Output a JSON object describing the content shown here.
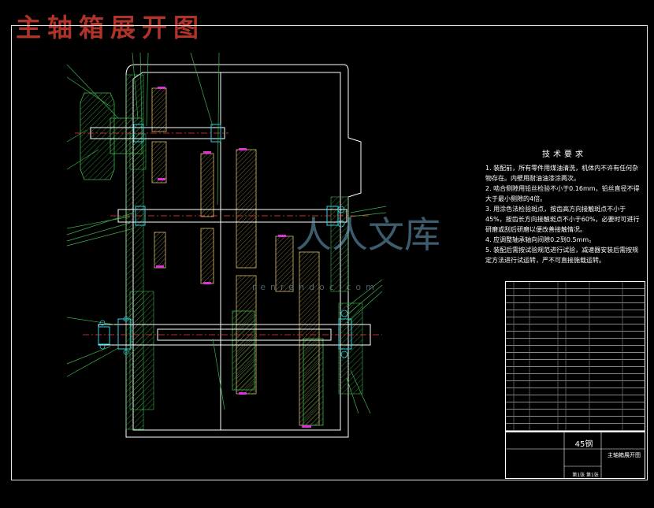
{
  "title": "主轴箱展开图",
  "tech_requirements": {
    "heading": "技术要求",
    "items": [
      "1. 装配前，所有零件用煤油清洗，机体内不许有任何杂物存在。内壁用耐油油漆涂两次。",
      "2. 啮合侧隙用铅丝检验不小于0.16mm，铅丝直径不得大于最小侧隙的4倍。",
      "3. 用涂色法检验斑点，按齿高方向接触斑点不小于45%，按齿长方向接触斑点不小于60%，必要时可进行研磨或刮后研磨以便改善接触情况。",
      "4. 应调整轴承轴向间隙0.2到0.5mm。",
      "5. 装配后需按试验规范进行试验，减速器安装后需按规定方法进行试运转，严不可直接施载运转。"
    ]
  },
  "title_block": {
    "material": "45钢",
    "drawing_name": "主轴箱展开图",
    "sheet": "第1张 第1张"
  },
  "watermark": {
    "text": "人人文库",
    "url": "renrendoc.com"
  },
  "colors": {
    "background": "#000000",
    "title": "#b0332a",
    "outline": "#ffffff",
    "gear": "#d8c070",
    "hatch": "#3fb34a",
    "leader": "#3fb34a",
    "centerline": "#ff3b3b",
    "cyan": "#27d3e6",
    "magenta": "#e030d8"
  }
}
